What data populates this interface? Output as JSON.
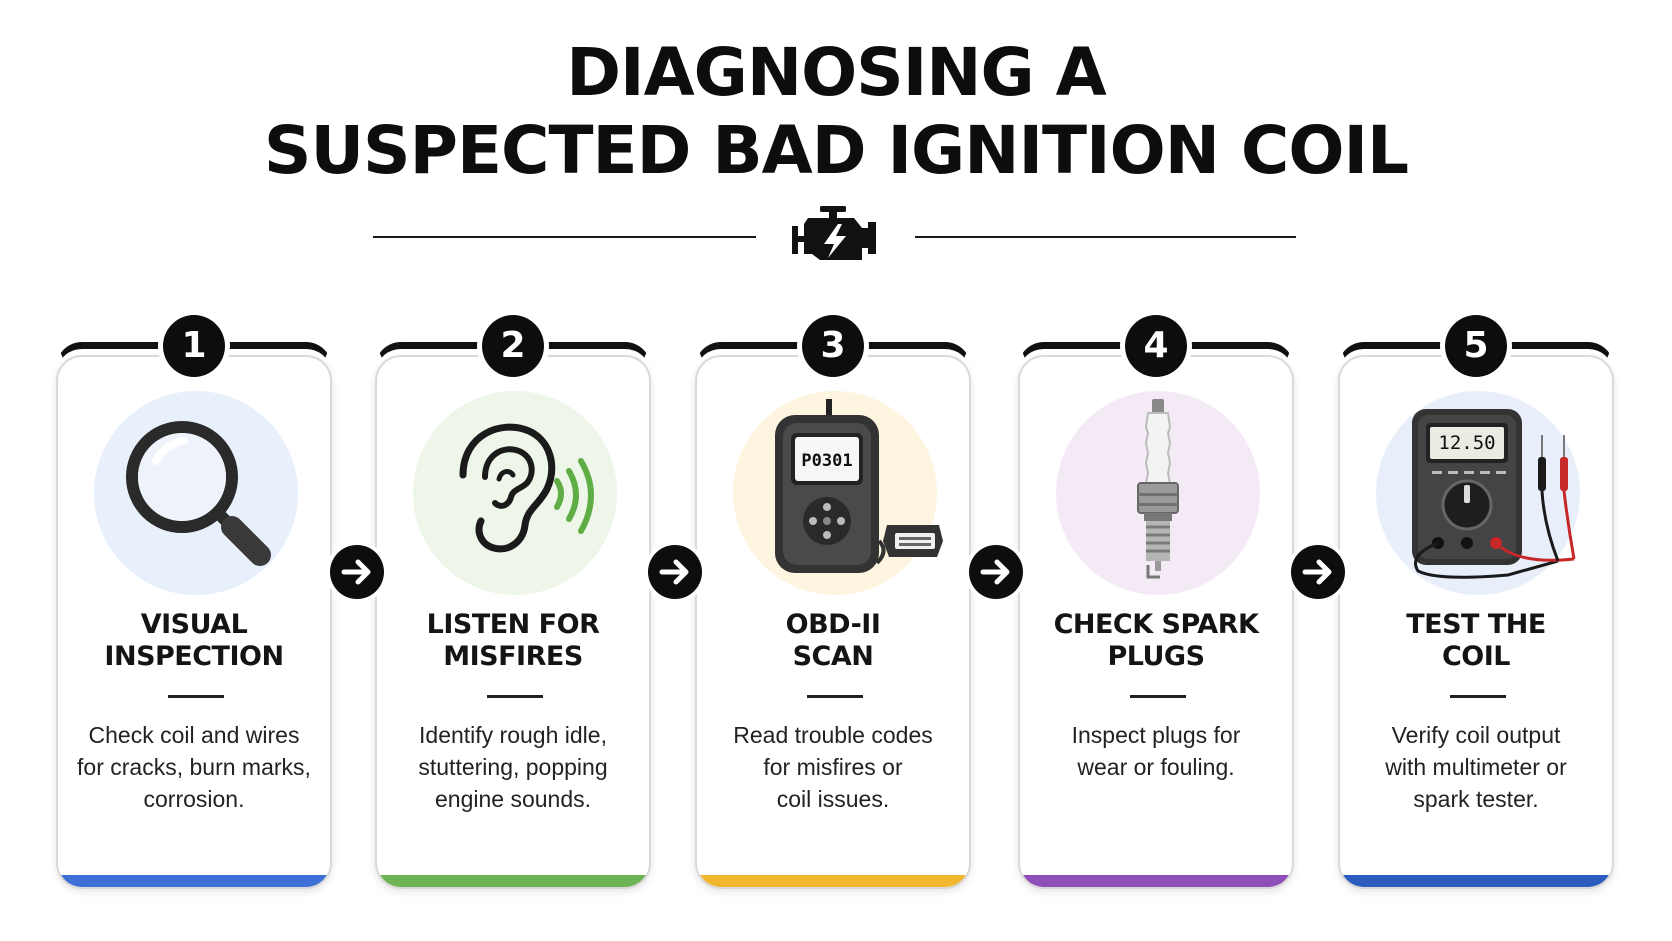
{
  "title": {
    "line1": "DIAGNOSING A",
    "line2": "SUSPECTED BAD IGNITION COIL"
  },
  "header_icon": "check-engine-icon",
  "steps": [
    {
      "number": "1",
      "title_lines": [
        "VISUAL",
        "INSPECTION"
      ],
      "desc_lines": [
        "Check coil and wires",
        "for cracks, burn marks,",
        "corrosion."
      ],
      "icon": "magnifying-glass-icon",
      "accent": "#3d6fd6",
      "circle": "#e8f0fc"
    },
    {
      "number": "2",
      "title_lines": [
        "LISTEN FOR",
        "MISFIRES"
      ],
      "desc_lines": [
        "Identify rough idle,",
        "stuttering, popping",
        "engine sounds."
      ],
      "icon": "ear-sound-icon",
      "accent": "#6fb454",
      "circle": "#edf6e8"
    },
    {
      "number": "3",
      "title_lines": [
        "OBD-II",
        "SCAN"
      ],
      "desc_lines": [
        "Read trouble codes",
        "for misfires or",
        "coil issues."
      ],
      "icon": "obd-scanner-icon",
      "accent": "#f2b62f",
      "circle": "#fdf5e0",
      "screen_code": "P0301"
    },
    {
      "number": "4",
      "title_lines": [
        "CHECK SPARK",
        "PLUGS"
      ],
      "desc_lines": [
        "Inspect plugs for",
        "wear or fouling."
      ],
      "icon": "spark-plug-icon",
      "accent": "#8e4fb8",
      "circle": "#f3eaf6"
    },
    {
      "number": "5",
      "title_lines": [
        "TEST THE",
        "COIL"
      ],
      "desc_lines": [
        "Verify coil output",
        "with multimeter or",
        "spark tester."
      ],
      "icon": "multimeter-icon",
      "accent": "#2d5cbf",
      "circle": "#e8effa",
      "screen_reading": "12.50"
    }
  ],
  "arrow_icon": "arrow-right-icon"
}
